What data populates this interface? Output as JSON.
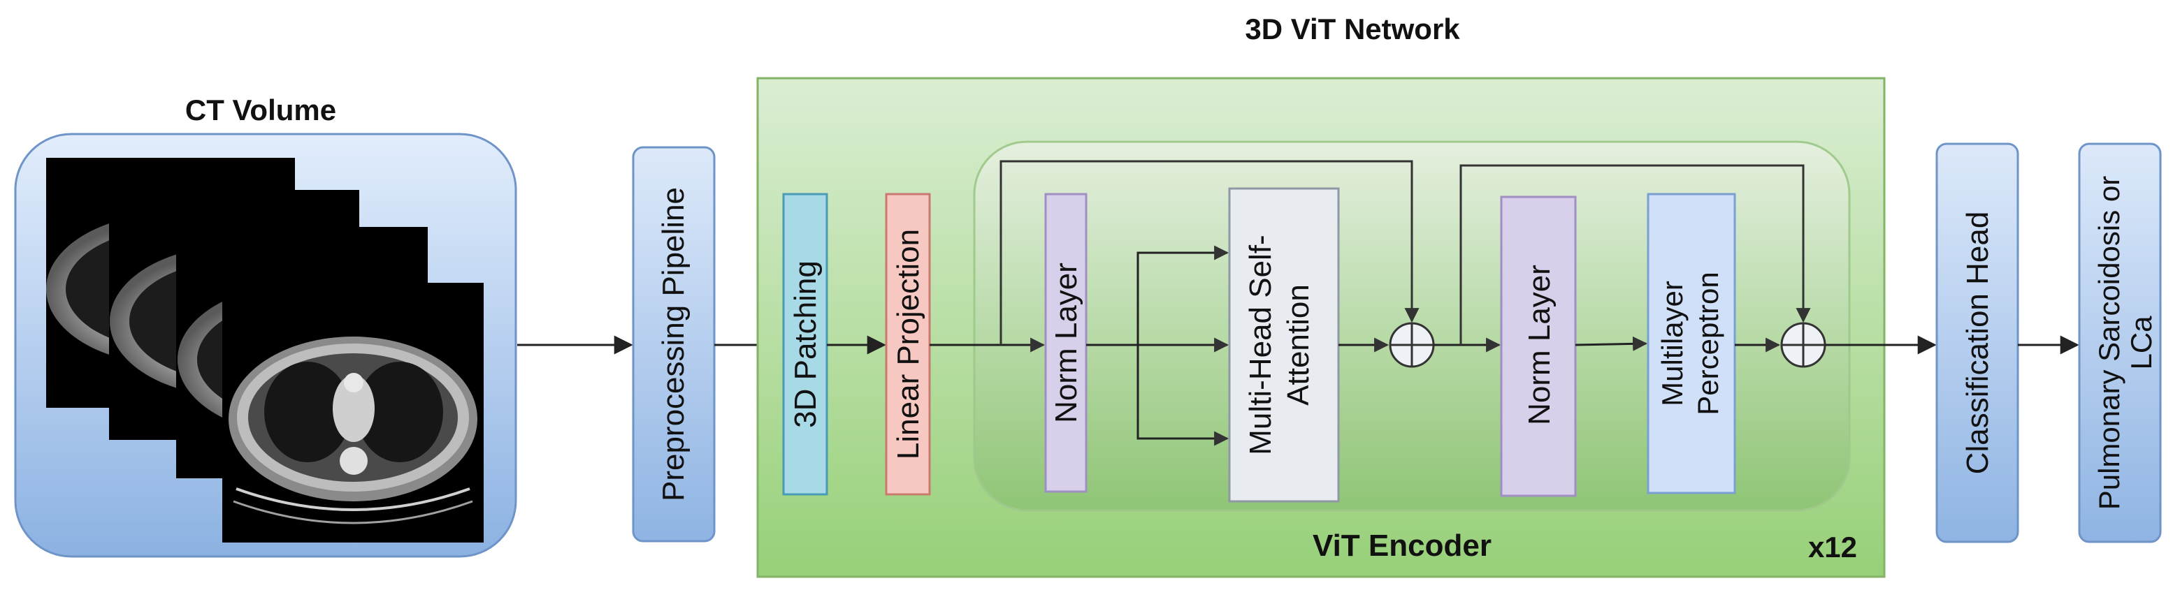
{
  "title": "3D ViT Network",
  "input": {
    "label": "CT Volume",
    "slice_count": 4
  },
  "blocks": {
    "preprocessing": "Preprocessing Pipeline",
    "patching": "3D Patching",
    "projection": "Linear Projection",
    "norm1": "Norm Layer",
    "mhsa_line1": "Multi-Head Self-",
    "mhsa_line2": "Attention",
    "norm2": "Norm Layer",
    "mlp_line1": "Multilayer",
    "mlp_line2": "Perceptron",
    "classification": "Classification Head",
    "output_line1": "Pulmonary Sarcoidosis or",
    "output_line2": "LCa"
  },
  "encoder": {
    "label": "ViT Encoder",
    "repeat": "x12"
  },
  "colors": {
    "blue_box_top": "#dce9fb",
    "blue_box_bottom": "#8db3e2",
    "network_top": "#d9ecd0",
    "network_bottom": "#9bd27c",
    "patching": "#a6dbe8",
    "projection": "#f5c4bd",
    "norm": "#d9d0ea",
    "mhsa": "#e8ecf1",
    "mlp": "#cfe0f7"
  }
}
